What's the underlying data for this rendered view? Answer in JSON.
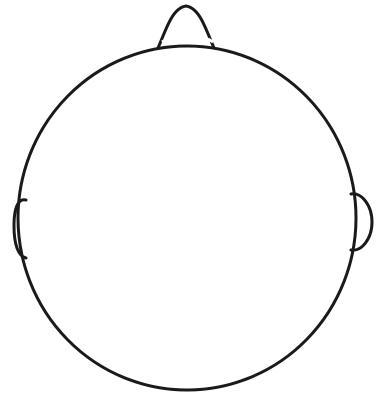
{
  "diagram": {
    "description_parts": [
      "head-outline",
      "nose",
      "left-ear",
      "right-ear"
    ],
    "ink_color": "#1a1a1a",
    "background_color": "#ffffff"
  }
}
